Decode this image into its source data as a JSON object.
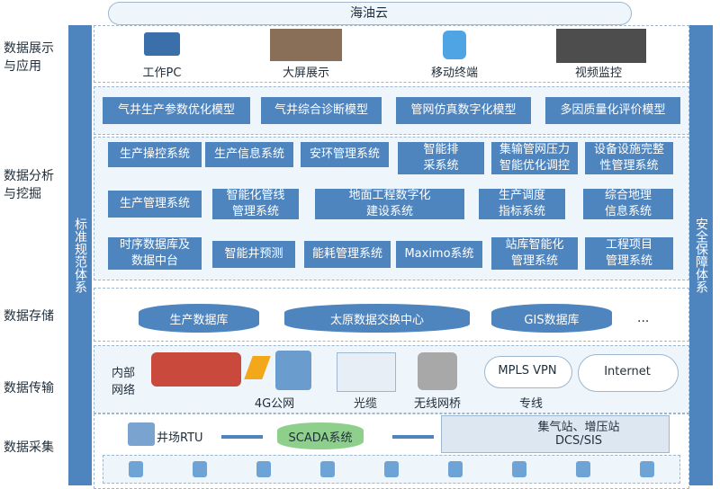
{
  "top_label": "海油云",
  "layers": {
    "display": "数据展示\n与应用",
    "analysis": "数据分析\n与挖掘",
    "storage": "数据存储",
    "transport": "数据传输",
    "collect": "数据采集"
  },
  "left_bar": "标准规范体系",
  "right_bar": "安全保障体系",
  "display_items": [
    "工作PC",
    "大屏展示",
    "移动终端",
    "视频监控"
  ],
  "models": [
    "气井生产参数优化模型",
    "气井综合诊断模型",
    "管网仿真数字化模型",
    "多因质量化评价模型"
  ],
  "systems": [
    [
      "生产操控系统",
      "生产信息系统",
      "安环管理系统",
      "智能排\n采系统",
      "集输管网压力\n智能优化调控",
      "设备设施完整\n性管理系统"
    ],
    [
      "生产管理系统",
      "智能化管线\n管理系统",
      "地面工程数字化\n建设系统",
      "生产调度\n指标系统",
      "综合地理\n信息系统"
    ],
    [
      "时序数据库及\n数据中台",
      "智能井预测",
      "能耗管理系统",
      "Maximo系统",
      "站库智能化\n管理系统",
      "工程项目\n管理系统"
    ]
  ],
  "storage": [
    "生产数据库",
    "太原数据交换中心",
    "GIS数据库",
    "..."
  ],
  "transport": {
    "internal": "内部\n网络",
    "items": [
      "4G公网",
      "光缆",
      "无线网桥",
      "专线"
    ],
    "mpls": "MPLS VPN",
    "internet": "Internet"
  },
  "collect": {
    "rtu": "井场RTU",
    "scada": "SCADA系统",
    "station": "集气站、增压站\nDCS/SIS"
  },
  "colors": {
    "accent": "#4f85be",
    "band": "#eef5fb",
    "cloud": "#eef5fb"
  }
}
